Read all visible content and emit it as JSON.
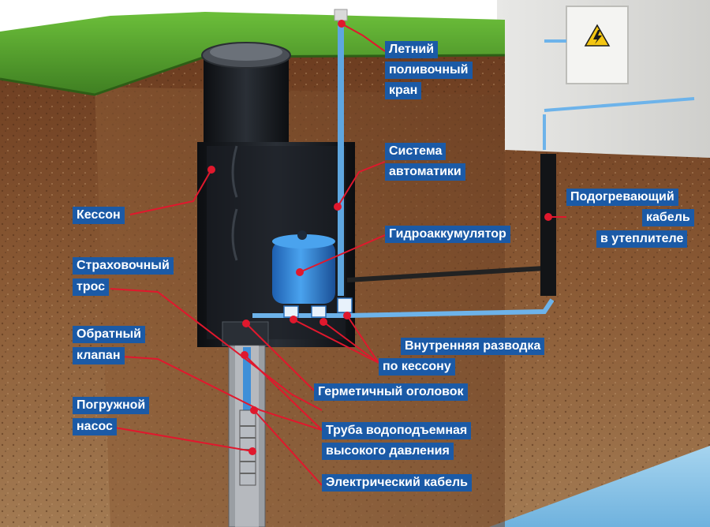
{
  "colors": {
    "label_bg": "#1b5aa6",
    "label_text": "#ffffff",
    "leader": "#e0182d",
    "soil": "#7a4a2a",
    "grass": "#4f9a2c",
    "caisson": "#15181c",
    "tank": "#2f86d6",
    "pipe": "#6db3ea"
  },
  "icons": {
    "warning": "high-voltage-warning-icon"
  },
  "labels": {
    "summer_tap": [
      "Летний",
      "поливочный",
      "кран"
    ],
    "automation": [
      "Система",
      "автоматики"
    ],
    "caisson": [
      "Кессон"
    ],
    "heating_cable": [
      "Подогревающий",
      "кабель",
      "в утеплителе"
    ],
    "accumulator": [
      "Гидроаккумулятор"
    ],
    "safety_rope": [
      "Страховочный",
      "трос"
    ],
    "check_valve": [
      "Обратный",
      "клапан"
    ],
    "internal_wiring": [
      "Внутренняя разводка",
      "по кессону"
    ],
    "sealed_head": [
      "Герметичный оголовок"
    ],
    "pump": [
      "Погружной",
      "насос"
    ],
    "pipe": [
      "Труба водоподъемная",
      "высокого давления"
    ],
    "electric_cable": [
      "Электрический кабель"
    ]
  }
}
